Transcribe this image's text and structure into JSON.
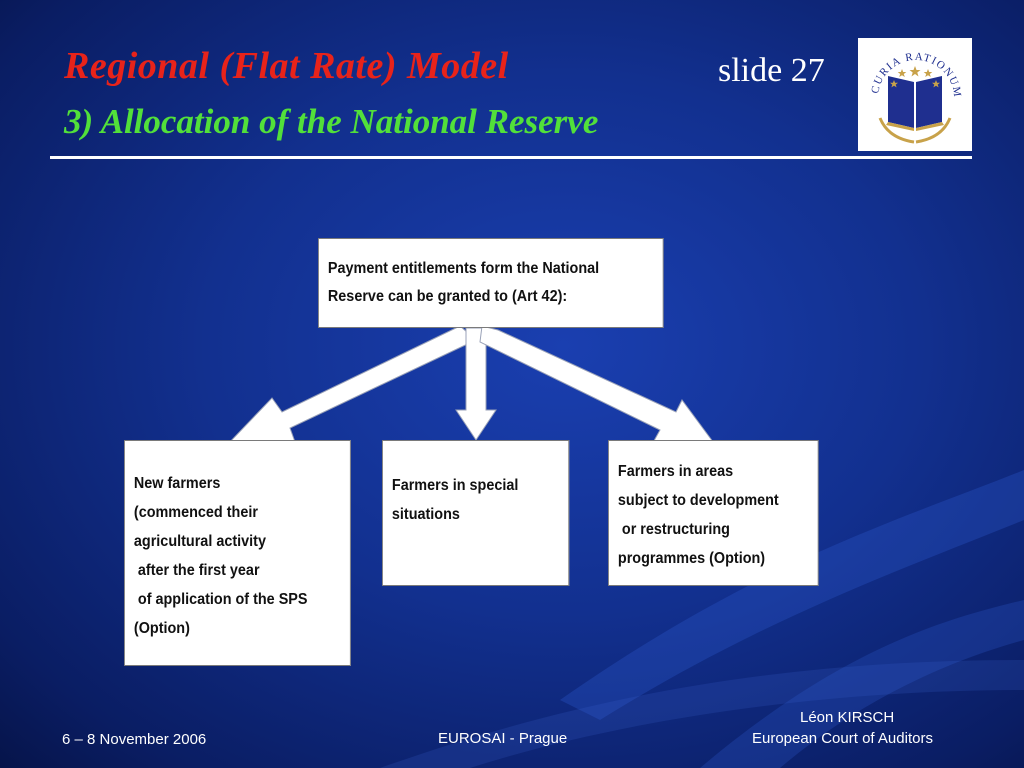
{
  "slide": {
    "title_line1": "Regional (Flat Rate) Model",
    "title_line2": "3) Allocation of the National Reserve",
    "slide_number": "slide 27",
    "logo_text": "CURIA RATIONUM"
  },
  "diagram": {
    "top_box": {
      "lines": [
        "Payment entitlements form the National",
        "Reserve can be granted to (Art 42):"
      ]
    },
    "left_box": {
      "lines": [
        "New farmers",
        "(commenced their",
        "agricultural activity",
        " after the first year",
        " of application of the SPS",
        "(Option)"
      ]
    },
    "middle_box": {
      "lines": [
        "Farmers in special",
        "situations"
      ]
    },
    "right_box": {
      "lines": [
        "Farmers in areas",
        "subject to development",
        " or restructuring",
        "programmes (Option)"
      ]
    }
  },
  "footer": {
    "date": "6 – 8 November 2006",
    "event": "EUROSAI - Prague",
    "author": "Léon KIRSCH",
    "organization": "European Court of Auditors"
  },
  "colors": {
    "title_red": "#e8231a",
    "subtitle_green": "#52e03a",
    "background_blue": "#12308f",
    "logo_blue": "#1f2f8f",
    "logo_gold": "#c8a24a"
  }
}
